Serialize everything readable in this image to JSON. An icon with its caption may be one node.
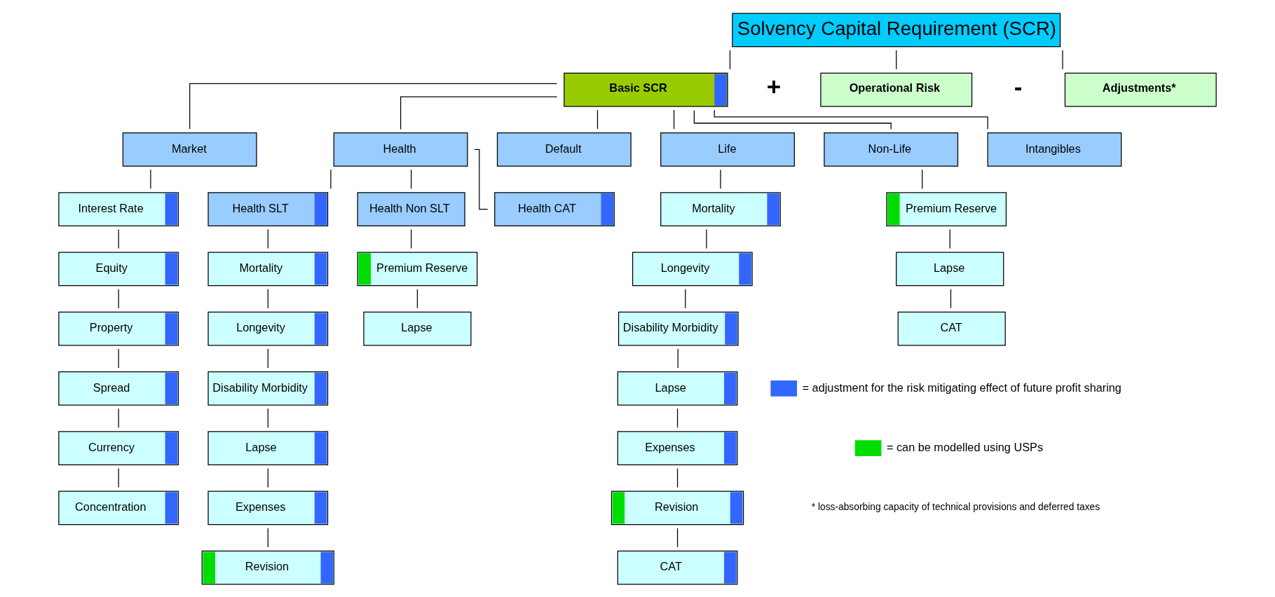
{
  "diagram": {
    "nodes": [
      {
        "text": [
          "Solvency Capital Requirement (SCR)"
        ]
      },
      {
        "text": [
          "Basic SCR"
        ]
      },
      {
        "text": [
          "Operational Risk"
        ]
      },
      {
        "text": [
          "Adjustments*"
        ]
      },
      {
        "text": [
          "Market"
        ]
      },
      {
        "text": [
          "Interest Rate"
        ]
      },
      {
        "text": [
          "Equity"
        ]
      },
      {
        "text": [
          "Property"
        ]
      },
      {
        "text": [
          "Spread"
        ]
      },
      {
        "text": [
          "Currency"
        ]
      },
      {
        "text": [
          "Concentration"
        ]
      },
      {
        "text": [
          "Health"
        ]
      },
      {
        "text": [
          "Health SLT"
        ]
      },
      {
        "text": [
          "Mortality"
        ]
      },
      {
        "text": [
          "Longevity"
        ]
      },
      {
        "text": [
          "Disability Morbidity"
        ]
      },
      {
        "text": [
          "Lapse"
        ]
      },
      {
        "text": [
          "Expenses"
        ]
      },
      {
        "text": [
          "Revision"
        ]
      },
      {
        "text": [
          "Health Non SLT"
        ]
      },
      {
        "text": [
          "Premium Reserve"
        ]
      },
      {
        "text": [
          "Lapse"
        ]
      },
      {
        "text": [
          "Health CAT"
        ]
      },
      {
        "text": [
          "Default"
        ]
      },
      {
        "text": [
          "Life"
        ]
      },
      {
        "text": [
          "Mortality"
        ]
      },
      {
        "text": [
          "Longevity"
        ]
      },
      {
        "text": [
          "Disability Morbidity"
        ]
      },
      {
        "text": [
          "Lapse"
        ]
      },
      {
        "text": [
          "Expenses"
        ]
      },
      {
        "text": [
          "Revision"
        ]
      },
      {
        "text": [
          "CAT"
        ]
      },
      {
        "text": [
          "Non-Life"
        ]
      },
      {
        "text": [
          "Premium Reserve"
        ]
      },
      {
        "text": [
          "Lapse"
        ]
      },
      {
        "text": [
          "CAT"
        ]
      },
      {
        "text": [
          "Intangibles"
        ]
      }
    ],
    "edges": [
      {
        "from": 0,
        "to": 1,
        "arrow": "none"
      },
      {
        "from": 0,
        "to": 2,
        "arrow": "none"
      },
      {
        "from": 0,
        "to": 3,
        "arrow": "none"
      },
      {
        "from": 1,
        "to": 4,
        "arrow": "none"
      },
      {
        "from": 1,
        "to": 11,
        "arrow": "none"
      },
      {
        "from": 1,
        "to": 23,
        "arrow": "none"
      },
      {
        "from": 1,
        "to": 24,
        "arrow": "none"
      },
      {
        "from": 1,
        "to": 32,
        "arrow": "none"
      },
      {
        "from": 1,
        "to": 36,
        "arrow": "none"
      },
      {
        "from": 4,
        "to": 5,
        "arrow": "none"
      },
      {
        "from": 5,
        "to": 6,
        "arrow": "none"
      },
      {
        "from": 6,
        "to": 7,
        "arrow": "none"
      },
      {
        "from": 7,
        "to": 8,
        "arrow": "none"
      },
      {
        "from": 8,
        "to": 9,
        "arrow": "none"
      },
      {
        "from": 9,
        "to": 10,
        "arrow": "none"
      },
      {
        "from": 11,
        "to": 12,
        "arrow": "none"
      },
      {
        "from": 11,
        "to": 19,
        "arrow": "none"
      },
      {
        "from": 11,
        "to": 22,
        "arrow": "none"
      },
      {
        "from": 12,
        "to": 13,
        "arrow": "none"
      },
      {
        "from": 13,
        "to": 14,
        "arrow": "none"
      },
      {
        "from": 14,
        "to": 15,
        "arrow": "none"
      },
      {
        "from": 15,
        "to": 16,
        "arrow": "none"
      },
      {
        "from": 16,
        "to": 17,
        "arrow": "none"
      },
      {
        "from": 17,
        "to": 18,
        "arrow": "none"
      },
      {
        "from": 19,
        "to": 20,
        "arrow": "none"
      },
      {
        "from": 20,
        "to": 21,
        "arrow": "none"
      },
      {
        "from": 24,
        "to": 25,
        "arrow": "none"
      },
      {
        "from": 25,
        "to": 26,
        "arrow": "none"
      },
      {
        "from": 26,
        "to": 27,
        "arrow": "none"
      },
      {
        "from": 27,
        "to": 28,
        "arrow": "none"
      },
      {
        "from": 28,
        "to": 29,
        "arrow": "none"
      },
      {
        "from": 29,
        "to": 30,
        "arrow": "none"
      },
      {
        "from": 30,
        "to": 31,
        "arrow": "none"
      },
      {
        "from": 32,
        "to": 33,
        "arrow": "none"
      },
      {
        "from": 33,
        "to": 34,
        "arrow": "none"
      },
      {
        "from": 34,
        "to": 35,
        "arrow": "none"
      }
    ],
    "labels": [
      "+",
      "-",
      "* loss-absorbing capacity of technical provisions and deferred taxes"
    ],
    "legend": [
      {
        "text": "= adjustment for the risk mitigating effect of future profit sharing",
        "color": "#3366ff"
      },
      {
        "text": "= can be modelled using USPs",
        "color": "#00dd00"
      }
    ]
  }
}
